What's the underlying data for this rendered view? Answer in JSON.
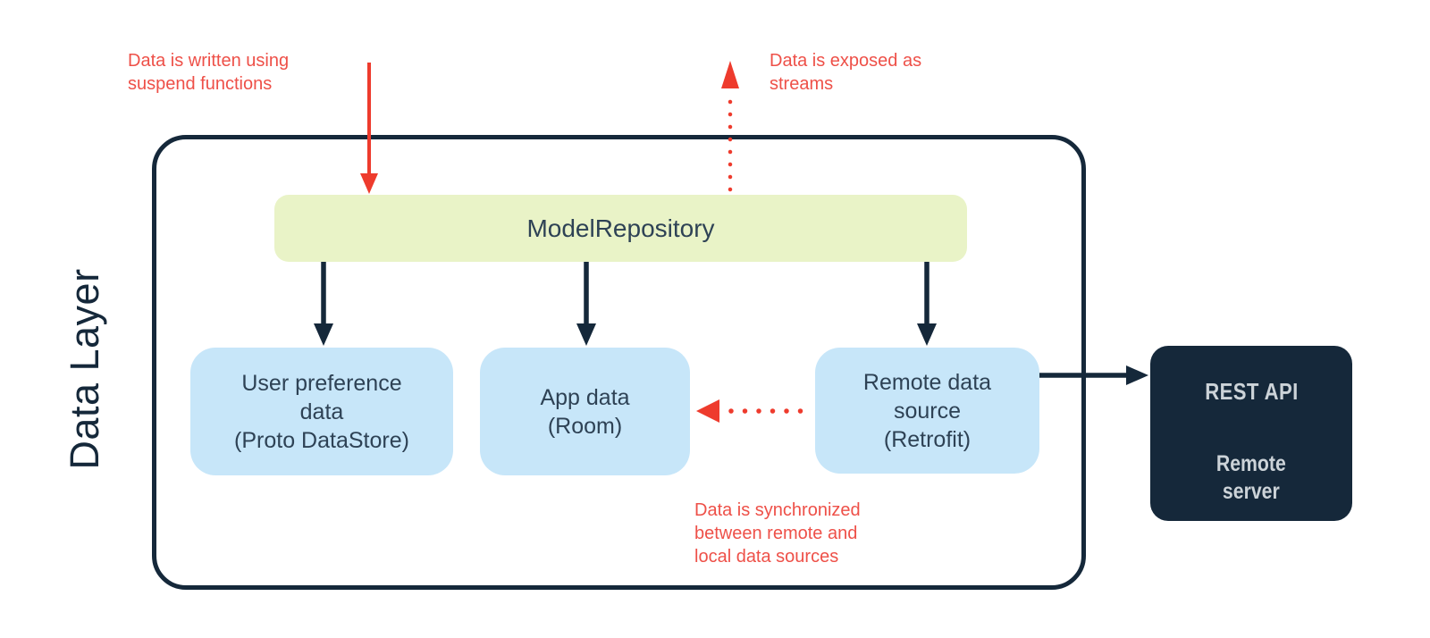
{
  "diagram": {
    "layer_label": "Data Layer",
    "repository": {
      "label": "ModelRepository"
    },
    "sources": [
      {
        "label": "User preference\ndata\n(Proto DataStore)"
      },
      {
        "label": "App data\n(Room)"
      },
      {
        "label": "Remote data\nsource\n(Retrofit)"
      }
    ],
    "external": {
      "title": "REST API",
      "subtitle": "Remote\nserver"
    },
    "annotations": {
      "write": "Data is written using\nsuspend functions",
      "expose": "Data is exposed as\nstreams",
      "sync": "Data is synchronized\nbetween remote and\nlocal data sources"
    }
  },
  "colors": {
    "navy": "#15283a",
    "box_text": "#2e4255",
    "green": "#e9f3c7",
    "blue": "#c7e6f9",
    "red_text": "#ee5048",
    "red_arrow": "#ee3b2d",
    "rest_text": "#ccd3d8"
  }
}
